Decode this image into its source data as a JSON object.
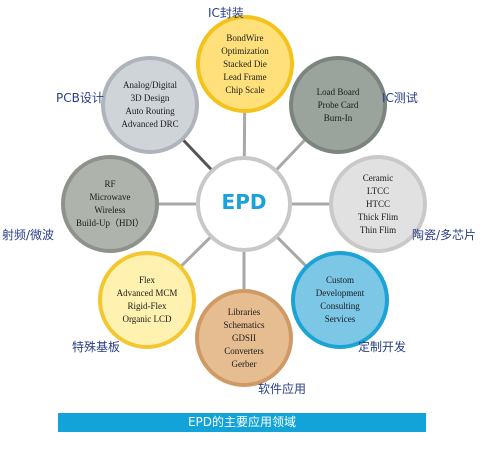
{
  "center": {
    "label": "EPD"
  },
  "caption": "EPD的主要应用领域",
  "colors": {
    "spoke": "#a8a8a8",
    "center_ring": "#c8c8c8",
    "center_text": "#1aa3d9",
    "category_text": "#2a3f86",
    "caption_bg": "#12a3d8"
  },
  "nodes": [
    {
      "id": "ic-package",
      "category": "IC封装",
      "lines": [
        "BondWire",
        "Optimization",
        "Stacked Die",
        "Lead Frame",
        "Chip Scale"
      ],
      "fill": "#ffe07a",
      "ring": "#f4c21a",
      "dark_spoke": false
    },
    {
      "id": "ic-test",
      "category": "IC测试",
      "lines": [
        "Load Board",
        "Probe Card",
        "Burn-In"
      ],
      "fill": "#9aa39c",
      "ring": "#7a857e",
      "dark_spoke": false
    },
    {
      "id": "ceramic",
      "category": "陶瓷/多芯片",
      "lines": [
        "Ceramic",
        "LTCC",
        "HTCC",
        "Thick Flim",
        "Thin Flim"
      ],
      "fill": "#e1e1e1",
      "ring": "#c9c9c9",
      "dark_spoke": false
    },
    {
      "id": "custom",
      "category": "定制开发",
      "lines": [
        "Custom",
        "Development",
        "Consulting",
        "Services"
      ],
      "fill": "#7cc6e6",
      "ring": "#1ba3d6",
      "dark_spoke": false
    },
    {
      "id": "software",
      "category": "软件应用",
      "lines": [
        "Libraries",
        "Schematics",
        "GDSII",
        "Converters",
        "Gerber"
      ],
      "fill": "#e6bd91",
      "ring": "#cf9a66",
      "dark_spoke": false
    },
    {
      "id": "special",
      "category": "特殊基板",
      "lines": [
        "Flex",
        "Advanced MCM",
        "Rigid-Flex",
        "Organic LCD"
      ],
      "fill": "#fff1b0",
      "ring": "#f4c730",
      "dark_spoke": false
    },
    {
      "id": "rf",
      "category": "射频/微波",
      "lines": [
        "RF",
        "Microwave",
        "Wireless",
        "Build-Up（HDI）"
      ],
      "fill": "#aeb3ab",
      "ring": "#8d938a",
      "dark_spoke": false
    },
    {
      "id": "pcb",
      "category": "PCB设计",
      "lines": [
        "Analog/Digital",
        "3D Design",
        "Auto Routing",
        "Advanced DRC"
      ],
      "fill": "#cfd4d9",
      "ring": "#aeb4bb",
      "dark_spoke": true
    }
  ]
}
